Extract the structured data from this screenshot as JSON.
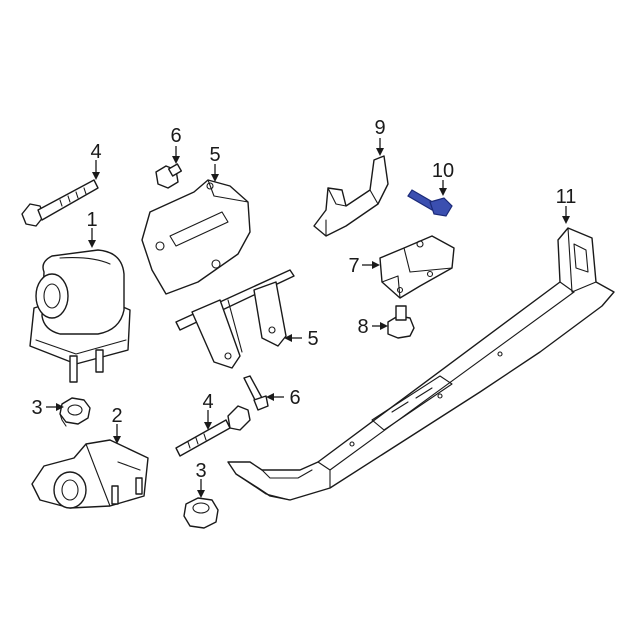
{
  "callouts": {
    "c1": "1",
    "c2": "2",
    "c3a": "3",
    "c3b": "3",
    "c4a": "4",
    "c4b": "4",
    "c5a": "5",
    "c5b": "5",
    "c6a": "6",
    "c6b": "6",
    "c7": "7",
    "c8": "8",
    "c9": "9",
    "c10": "10",
    "c11": "11"
  },
  "colors": {
    "line": "#1a1a1a",
    "highlight": "#3b4fb0"
  }
}
